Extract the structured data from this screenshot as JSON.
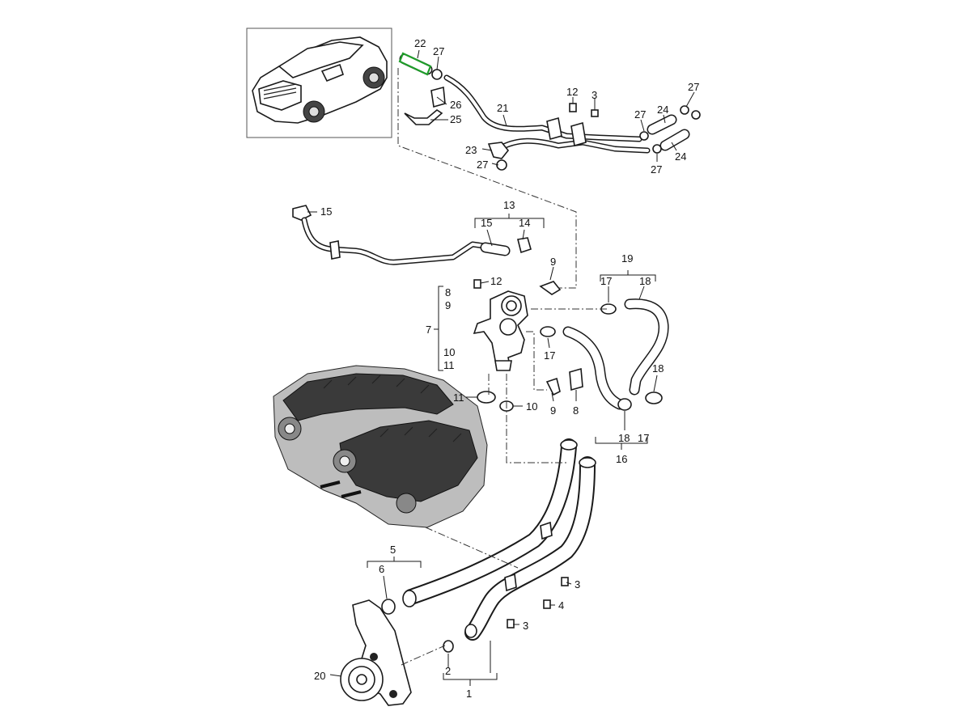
{
  "diagram": {
    "callouts": {
      "c22": "22",
      "c27a": "27",
      "c26": "26",
      "c25": "25",
      "c21": "21",
      "c12a": "12",
      "c3a": "3",
      "c27b": "27",
      "c24a": "24",
      "c27c": "27",
      "c27d": "27",
      "c24b": "24",
      "c23": "23",
      "c27e": "27",
      "c13": "13",
      "c15a": "15",
      "c14": "14",
      "c15b": "15",
      "c9a": "9",
      "c19": "19",
      "c17a": "17",
      "c18a": "18",
      "c12b": "12",
      "c8a": "8",
      "c9b": "9",
      "c7": "7",
      "c10a": "10",
      "c11a": "11",
      "c17b": "17",
      "c18b": "18",
      "c11b": "11",
      "c10b": "10",
      "c9c": "9",
      "c8b": "8",
      "c18c": "18",
      "c17c": "17",
      "c16": "16",
      "c5": "5",
      "c6": "6",
      "c3b": "3",
      "c4": "4",
      "c3c": "3",
      "c20": "20",
      "c2": "2",
      "c1": "1"
    },
    "highlight_color": "#1f9d2a"
  }
}
